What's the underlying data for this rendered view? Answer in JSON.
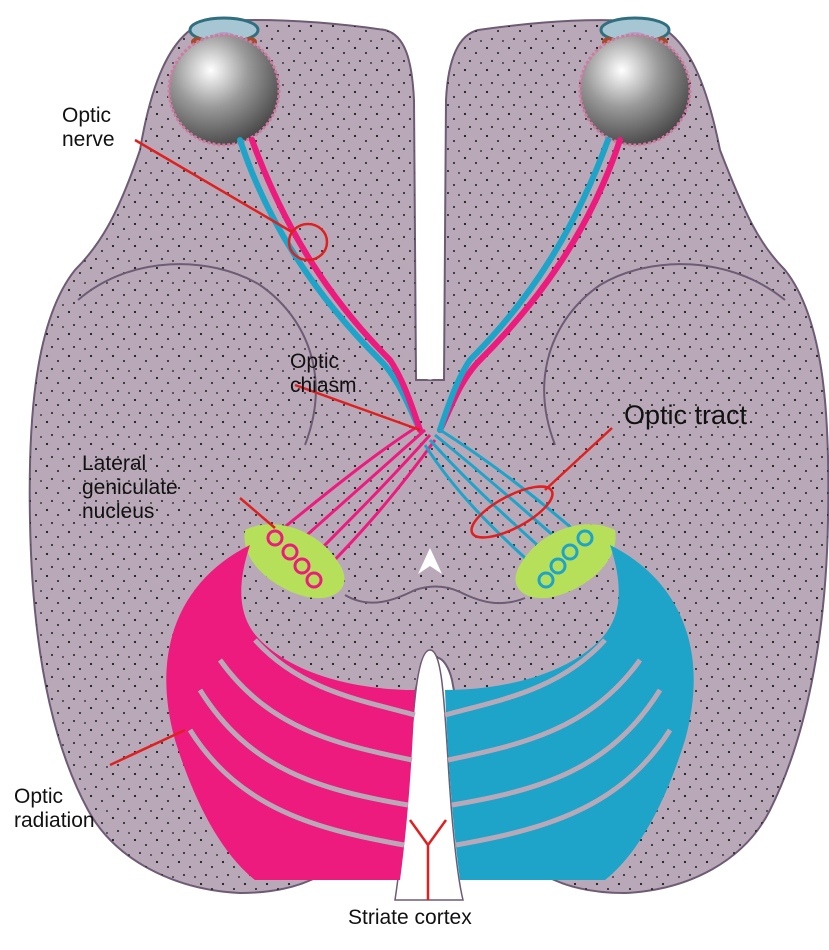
{
  "labels": {
    "optic_nerve": [
      "Optic",
      "nerve"
    ],
    "optic_chiasm": [
      "Optic",
      "chiasm"
    ],
    "optic_tract": "Optic tract",
    "lgn": [
      "Lateral",
      "geniculate",
      "nucleus"
    ],
    "optic_radiation": [
      "Optic",
      "radiation"
    ],
    "striate_cortex": "Striate cortex"
  },
  "colors": {
    "brain_fill": "#b9a9b8",
    "brain_outline": "#6e5b74",
    "left_pathway": "#ec1b7d",
    "right_pathway": "#1ea3c9",
    "lgn_fill": "#b6e05a",
    "leader_line": "#e02020",
    "eye_gray": "#8a8a8a"
  },
  "icons": [
    "eye-left-icon",
    "eye-right-icon",
    "arrowhead-icon"
  ]
}
